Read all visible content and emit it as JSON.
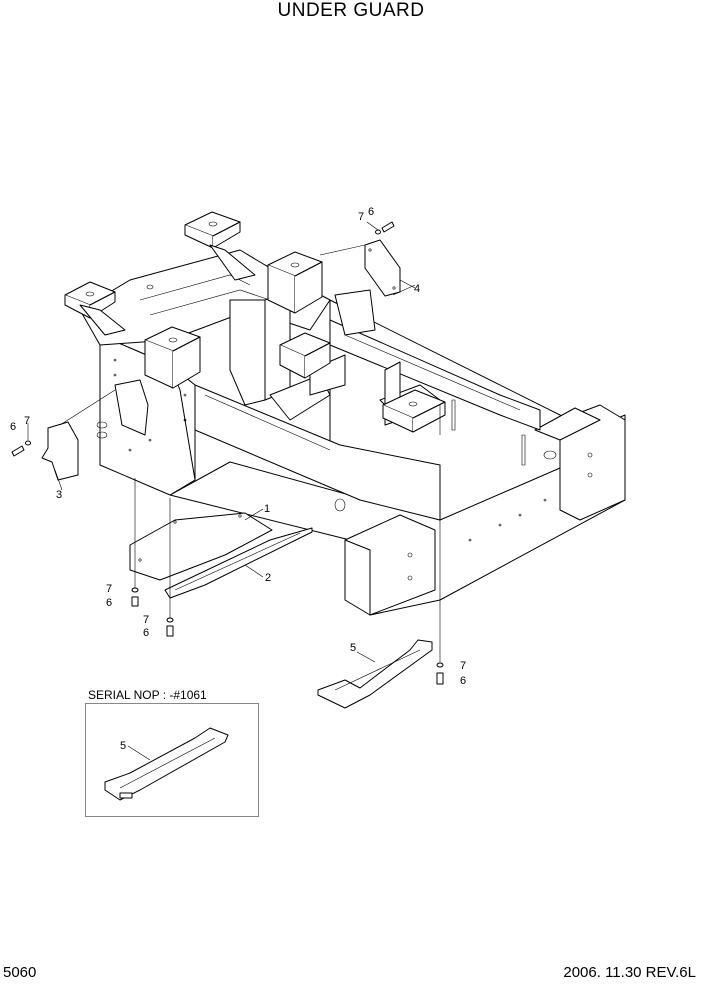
{
  "header": {
    "title": "UNDER GUARD"
  },
  "footer": {
    "page_number": "5060",
    "date_revision": "2006. 11.30  REV.6L"
  },
  "inset": {
    "label": "SERIAL NOP : -#1061"
  },
  "callouts": {
    "c1": "1",
    "c2": "2",
    "c3": "3",
    "c4": "4",
    "c5a": "5",
    "c5b": "5",
    "c6a": "6",
    "c6b": "6",
    "c6c": "6",
    "c6d": "6",
    "c6e": "6",
    "c7a": "7",
    "c7b": "7",
    "c7c": "7",
    "c7d": "7",
    "c7e": "7"
  }
}
